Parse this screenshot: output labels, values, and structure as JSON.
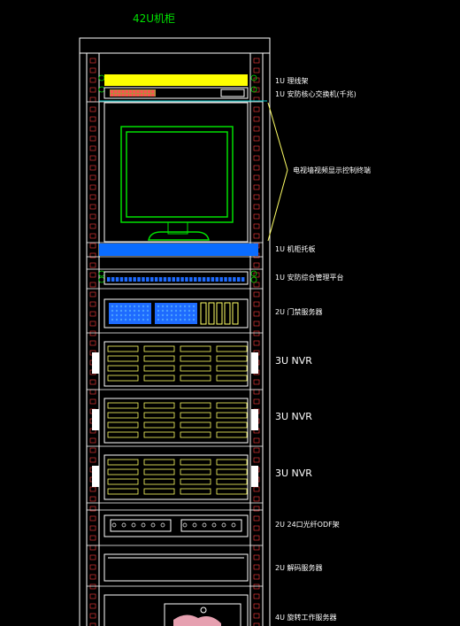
{
  "title": "42U机柜",
  "labels": {
    "l1": "1U  理线架",
    "l2": "1U  安防核心交换机(千兆)",
    "l3": "电视墙视频显示控制终端",
    "l4": "1U  机柜托板",
    "l5": "1U  安防综合管理平台",
    "l6": "2U  门禁服务器",
    "l7": "3U  NVR",
    "l8": "3U  NVR",
    "l9": "3U  NVR",
    "l10": "2U  24口光纤ODF架",
    "l11": "2U  解码服务器",
    "l12": "4U  旋转工作服务器"
  },
  "colors": {
    "rack": "#ffffff",
    "monitor": "#00e000",
    "cable_manager": "#ffff00",
    "shelf": "#0a6cff",
    "ports": "#1e6bff",
    "nvr_slots": "#ffff66",
    "cyan_line": "#00c8c8",
    "callout": "#ffff66"
  },
  "icons": {
    "monitor": "monitor-icon",
    "rack": "rack-cabinet-icon"
  }
}
